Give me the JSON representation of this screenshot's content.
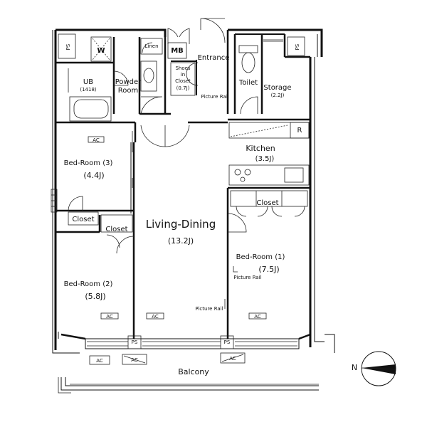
{
  "rooms": {
    "ps_top_left": "PS",
    "ps_top_right": "PS",
    "ps_balcony_left": "PS",
    "ps_balcony_right": "PS",
    "washer": "W",
    "linen": "Linen",
    "mb": "MB",
    "entrance": "Entrance",
    "shoes_closet": [
      "Shoes",
      "in",
      "Closet",
      "(0.7J)"
    ],
    "ub": "UB",
    "ub_size": "(1418)",
    "powder_room": [
      "Powder",
      "Room"
    ],
    "toilet": "Toilet",
    "storage": "Storage",
    "storage_size": "(2.2J)",
    "refrigerator": "R",
    "kitchen": "Kitchen",
    "kitchen_size": "(3.5J)",
    "bed3": "Bed-Room (3)",
    "bed3_size": "(4.4J)",
    "bed2": "Bed-Room (2)",
    "bed2_size": "(5.8J)",
    "bed1": "Bed-Room (1)",
    "bed1_size": "(7.5J)",
    "living": "Living-Dining",
    "living_size": "(13.2J)",
    "closet_left": "Closet",
    "closet_mid": "Closet",
    "closet_right": "Closet",
    "balcony": "Balcony",
    "picture_rail": "Picture Rail",
    "ac": "AC"
  },
  "compass": {
    "label": "N"
  }
}
